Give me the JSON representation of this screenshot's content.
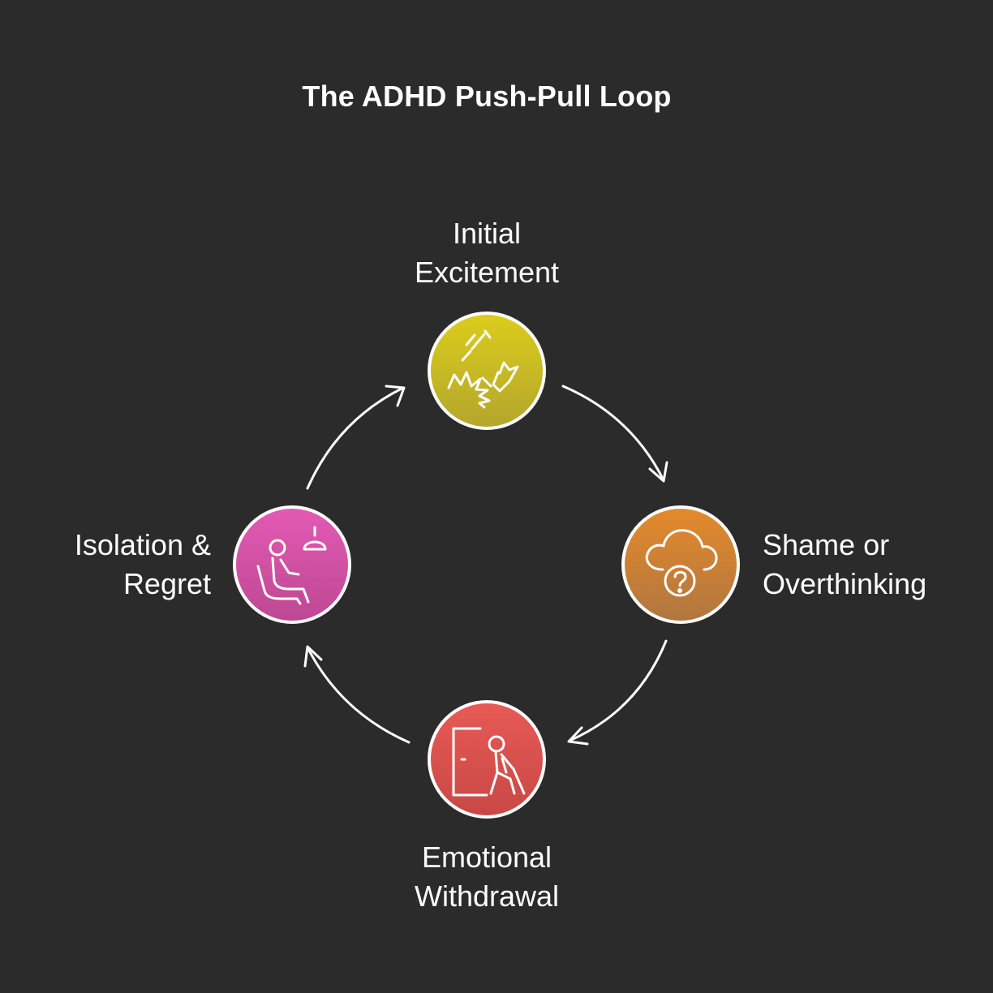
{
  "title": "The ADHD Push-Pull Loop",
  "stages": [
    {
      "id": "initial-excitement",
      "line1": "Initial",
      "line2": "Excitement",
      "icon": "fireworks-icon",
      "color_top": "#d9cc1f",
      "color_bottom": "#b8aa2a"
    },
    {
      "id": "shame-overthinking",
      "line1": "Shame or",
      "line2": "Overthinking",
      "icon": "cloud-question-icon",
      "color_top": "#e28a30",
      "color_bottom": "#b7783c"
    },
    {
      "id": "emotional-withdrawal",
      "line1": "Emotional",
      "line2": "Withdrawal",
      "icon": "person-leaving-door-icon",
      "color_top": "#e25a55",
      "color_bottom": "#c94a48"
    },
    {
      "id": "isolation-regret",
      "line1": "Isolation &",
      "line2": "Regret",
      "icon": "person-seated-lamp-icon",
      "color_top": "#e058b0",
      "color_bottom": "#c04a96"
    }
  ]
}
